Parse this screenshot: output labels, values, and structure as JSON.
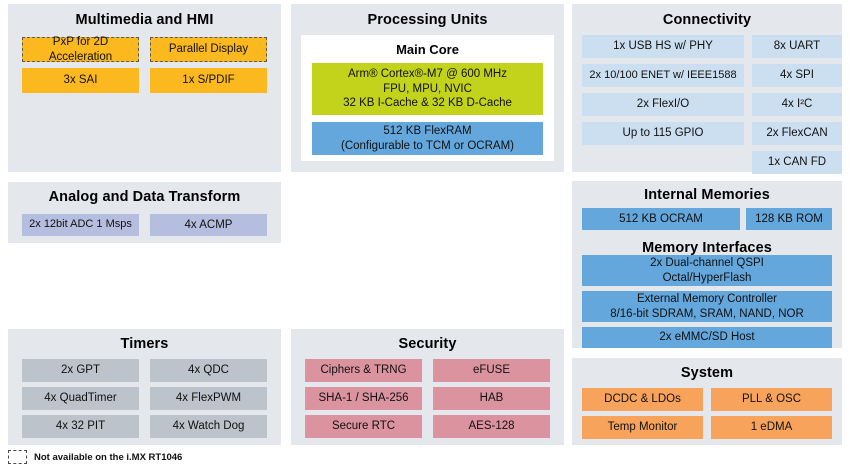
{
  "colors": {
    "panel_bg": "#e4e8ec",
    "orange": "#fbb91f",
    "lavender": "#b6bee0",
    "gray": "#bcc3cb",
    "pink": "#db93a0",
    "light_blue": "#cbdff1",
    "blue": "#64a7dd",
    "green": "#c3d21b",
    "system_orange": "#f7a35c",
    "white": "#ffffff"
  },
  "multimedia": {
    "title": "Multimedia and HMI",
    "blocks": [
      {
        "label": "PxP for 2D Acceleration",
        "style": "orange-dashed"
      },
      {
        "label": "Parallel Display",
        "style": "orange-dashed"
      },
      {
        "label": "3x SAI",
        "style": "orange"
      },
      {
        "label": "1x S/PDIF",
        "style": "orange"
      }
    ]
  },
  "analog": {
    "title": "Analog and Data Transform",
    "blocks": [
      {
        "label": "2x 12bit ADC 1 Msps",
        "style": "lavender"
      },
      {
        "label": "4x ACMP",
        "style": "lavender"
      }
    ]
  },
  "timers": {
    "title": "Timers",
    "blocks": [
      {
        "label": "2x GPT",
        "style": "gray"
      },
      {
        "label": "4x QDC",
        "style": "gray"
      },
      {
        "label": "4x QuadTimer",
        "style": "gray"
      },
      {
        "label": "4x FlexPWM",
        "style": "gray"
      },
      {
        "label": "4x 32 PIT",
        "style": "gray"
      },
      {
        "label": "4x Watch Dog",
        "style": "gray"
      }
    ]
  },
  "legend": {
    "text": "Not available on the i.MX RT1046"
  },
  "processing": {
    "title": "Processing Units",
    "subtitle": "Main Core",
    "core": {
      "line1": "Arm® Cortex®-M7 @ 600 MHz",
      "line2": "FPU, MPU, NVIC",
      "line3": "32 KB I-Cache & 32 KB D-Cache",
      "style": "green"
    },
    "ram": {
      "line1": "512 KB FlexRAM",
      "line2": "(Configurable to TCM or OCRAM)",
      "style": "blue"
    }
  },
  "security": {
    "title": "Security",
    "blocks": [
      {
        "label": "Ciphers & TRNG",
        "style": "pink"
      },
      {
        "label": "eFUSE",
        "style": "pink"
      },
      {
        "label": "SHA-1 / SHA-256",
        "style": "pink"
      },
      {
        "label": "HAB",
        "style": "pink"
      },
      {
        "label": "Secure RTC",
        "style": "pink"
      },
      {
        "label": "AES-128",
        "style": "pink"
      }
    ]
  },
  "connectivity": {
    "title": "Connectivity",
    "left_blocks": [
      {
        "label": "1x USB HS w/ PHY",
        "style": "light-blue"
      },
      {
        "label": "2x 10/100 ENET w/ IEEE1588",
        "style": "light-blue"
      },
      {
        "label": "2x FlexI/O",
        "style": "light-blue"
      },
      {
        "label": "Up to 115 GPIO",
        "style": "light-blue"
      }
    ],
    "right_blocks": [
      {
        "label": "8x UART",
        "style": "light-blue"
      },
      {
        "label": "4x SPI",
        "style": "light-blue"
      },
      {
        "label": "4x I²C",
        "style": "light-blue"
      },
      {
        "label": "2x FlexCAN",
        "style": "light-blue"
      },
      {
        "label": "1x CAN FD",
        "style": "light-blue"
      }
    ]
  },
  "memory": {
    "internal_title": "Internal Memories",
    "internal_blocks": [
      {
        "label": "512 KB OCRAM",
        "style": "blue"
      },
      {
        "label": "128 KB ROM",
        "style": "blue"
      }
    ],
    "interfaces_title": "Memory Interfaces",
    "interface_blocks": [
      {
        "line1": "2x Dual-channel QSPI",
        "line2": "Octal/HyperFlash",
        "style": "blue"
      },
      {
        "line1": "External Memory Controller",
        "line2": "8/16-bit SDRAM, SRAM, NAND, NOR",
        "style": "blue"
      },
      {
        "line1": "2x eMMC/SD Host",
        "line2": "",
        "style": "blue"
      }
    ]
  },
  "system": {
    "title": "System",
    "blocks": [
      {
        "label": "DCDC & LDOs",
        "style": "system-orange"
      },
      {
        "label": "PLL & OSC",
        "style": "system-orange"
      },
      {
        "label": "Temp Monitor",
        "style": "system-orange"
      },
      {
        "label": "1 eDMA",
        "style": "system-orange"
      }
    ]
  }
}
